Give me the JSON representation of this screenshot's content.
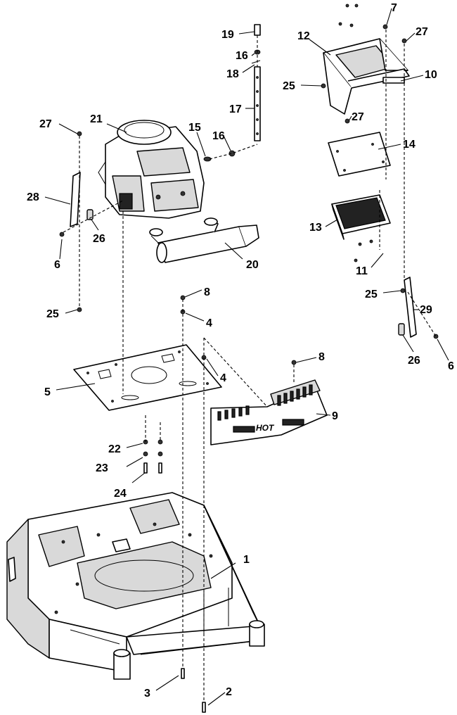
{
  "diagram": {
    "callouts": [
      {
        "id": "c1",
        "label": "1"
      },
      {
        "id": "c2",
        "label": "2"
      },
      {
        "id": "c3",
        "label": "3"
      },
      {
        "id": "c4a",
        "label": "4"
      },
      {
        "id": "c4b",
        "label": "4"
      },
      {
        "id": "c5",
        "label": "5"
      },
      {
        "id": "c6a",
        "label": "6"
      },
      {
        "id": "c6b",
        "label": "6"
      },
      {
        "id": "c7",
        "label": "7"
      },
      {
        "id": "c8a",
        "label": "8"
      },
      {
        "id": "c8b",
        "label": "8"
      },
      {
        "id": "c9",
        "label": "9"
      },
      {
        "id": "c10",
        "label": "10"
      },
      {
        "id": "c11",
        "label": "11"
      },
      {
        "id": "c12",
        "label": "12"
      },
      {
        "id": "c13",
        "label": "13"
      },
      {
        "id": "c14",
        "label": "14"
      },
      {
        "id": "c15",
        "label": "15"
      },
      {
        "id": "c16a",
        "label": "16"
      },
      {
        "id": "c16b",
        "label": "16"
      },
      {
        "id": "c17",
        "label": "17"
      },
      {
        "id": "c18",
        "label": "18"
      },
      {
        "id": "c19",
        "label": "19"
      },
      {
        "id": "c20",
        "label": "20"
      },
      {
        "id": "c21",
        "label": "21"
      },
      {
        "id": "c22",
        "label": "22"
      },
      {
        "id": "c23",
        "label": "23"
      },
      {
        "id": "c24",
        "label": "24"
      },
      {
        "id": "c25a",
        "label": "25"
      },
      {
        "id": "c25b",
        "label": "25"
      },
      {
        "id": "c25c",
        "label": "25"
      },
      {
        "id": "c26a",
        "label": "26"
      },
      {
        "id": "c26b",
        "label": "26"
      },
      {
        "id": "c27a",
        "label": "27"
      },
      {
        "id": "c27b",
        "label": "27"
      },
      {
        "id": "c27c",
        "label": "27"
      },
      {
        "id": "c28",
        "label": "28"
      },
      {
        "id": "c29",
        "label": "29"
      }
    ],
    "decal_text": "HOT"
  }
}
